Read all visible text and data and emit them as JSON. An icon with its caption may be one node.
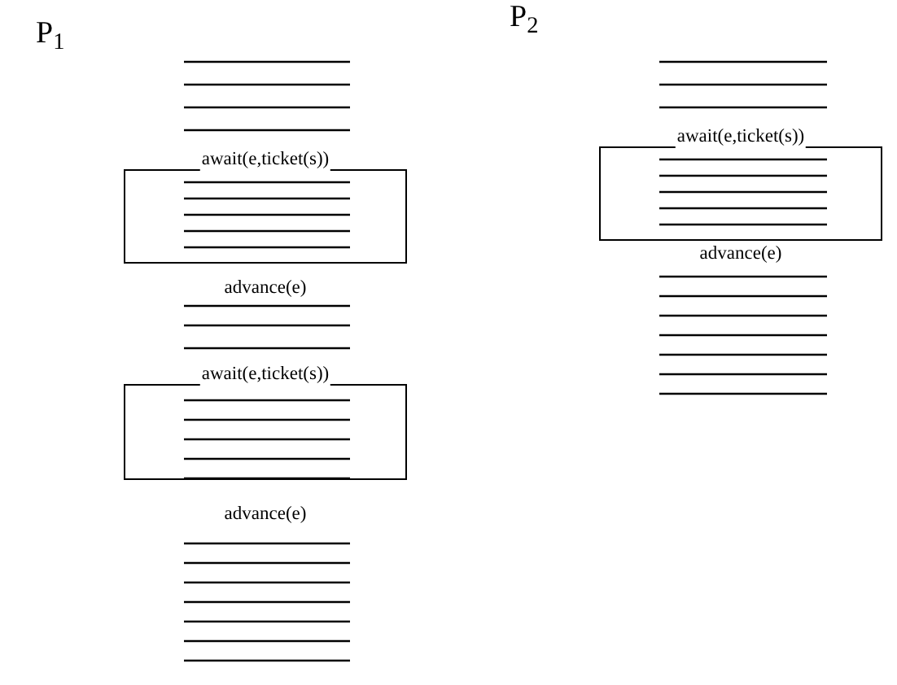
{
  "diagram": {
    "nodes": [
      {
        "text": [
          "await(e,ticket(s))"
        ],
        "beside": [
          "advance(e)"
        ]
      },
      {
        "text": [
          "await(e,ticket(s))"
        ],
        "beside": [
          "advance(e)"
        ]
      },
      {
        "text": [
          "await(e,ticket(s))"
        ],
        "beside": [
          "advance(e)"
        ]
      }
    ],
    "labels": [
      "P$_{1}$",
      "P$_{2}$"
    ]
  }
}
